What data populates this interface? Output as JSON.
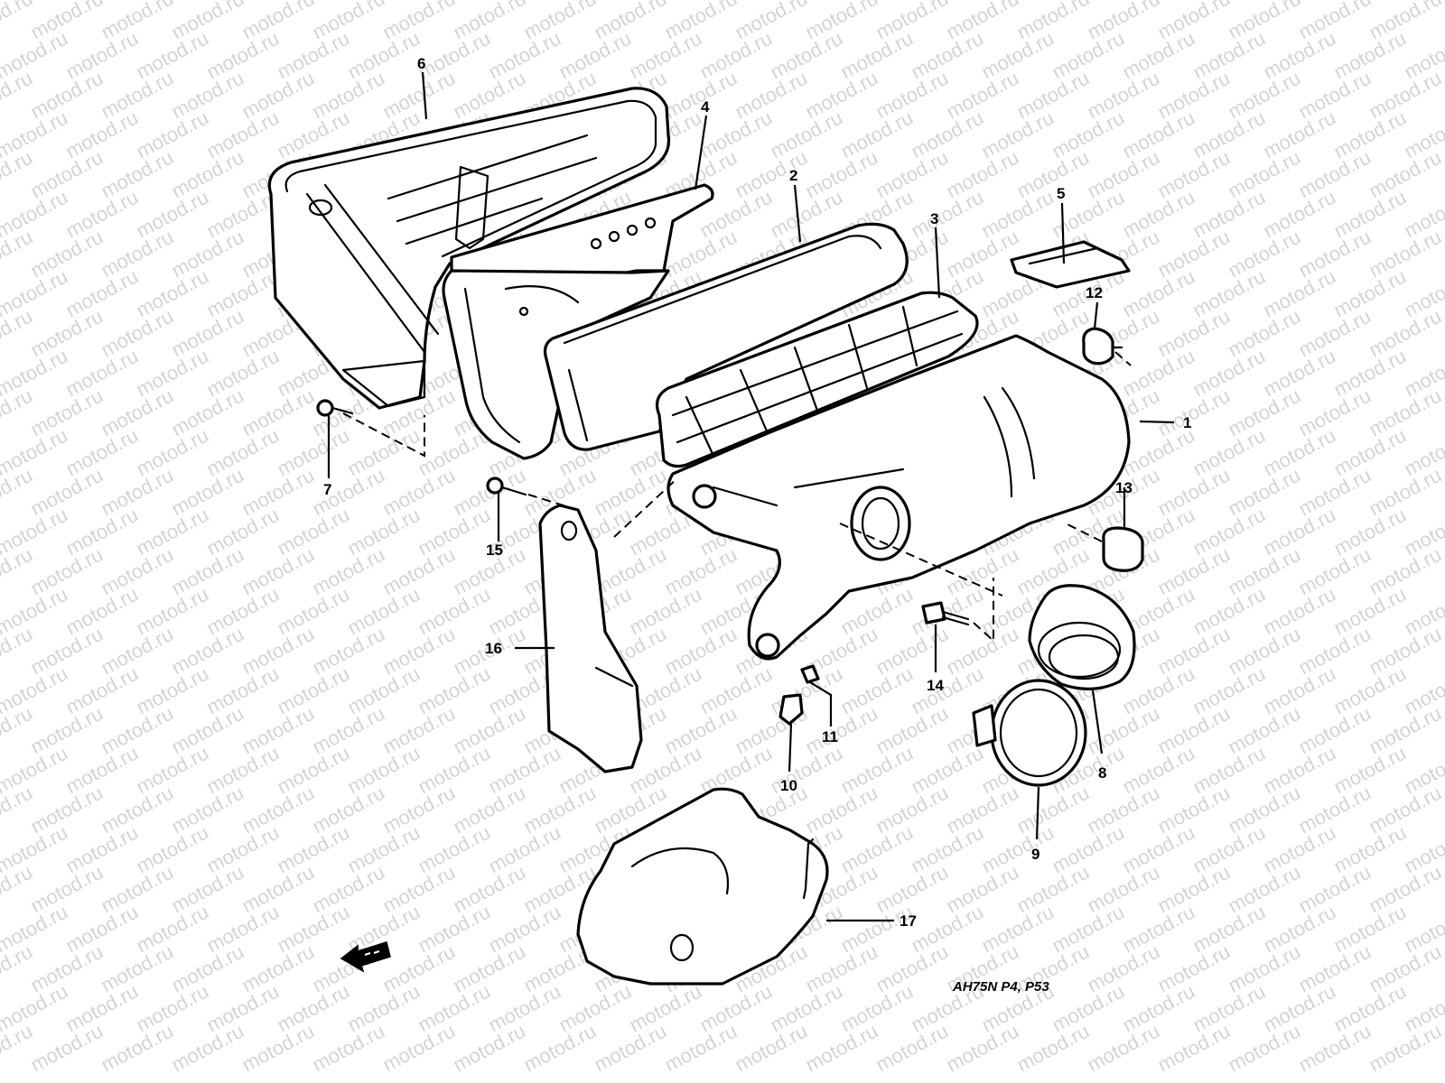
{
  "watermark": {
    "text": "motod.ru",
    "color": "#d4d4d4"
  },
  "callouts": [
    {
      "id": "1",
      "text": "1"
    },
    {
      "id": "2",
      "text": "2"
    },
    {
      "id": "3",
      "text": "3"
    },
    {
      "id": "4",
      "text": "4"
    },
    {
      "id": "5",
      "text": "5"
    },
    {
      "id": "6",
      "text": "6"
    },
    {
      "id": "7",
      "text": "7"
    },
    {
      "id": "8",
      "text": "8"
    },
    {
      "id": "9",
      "text": "9"
    },
    {
      "id": "10",
      "text": "10"
    },
    {
      "id": "11",
      "text": "11"
    },
    {
      "id": "12",
      "text": "12"
    },
    {
      "id": "13",
      "text": "13"
    },
    {
      "id": "14",
      "text": "14"
    },
    {
      "id": "15",
      "text": "15"
    },
    {
      "id": "16",
      "text": "16"
    },
    {
      "id": "17",
      "text": "17"
    }
  ],
  "diagram_code": "AH75N P4, P53",
  "front_arrow_icon": "front-direction-arrow-icon"
}
